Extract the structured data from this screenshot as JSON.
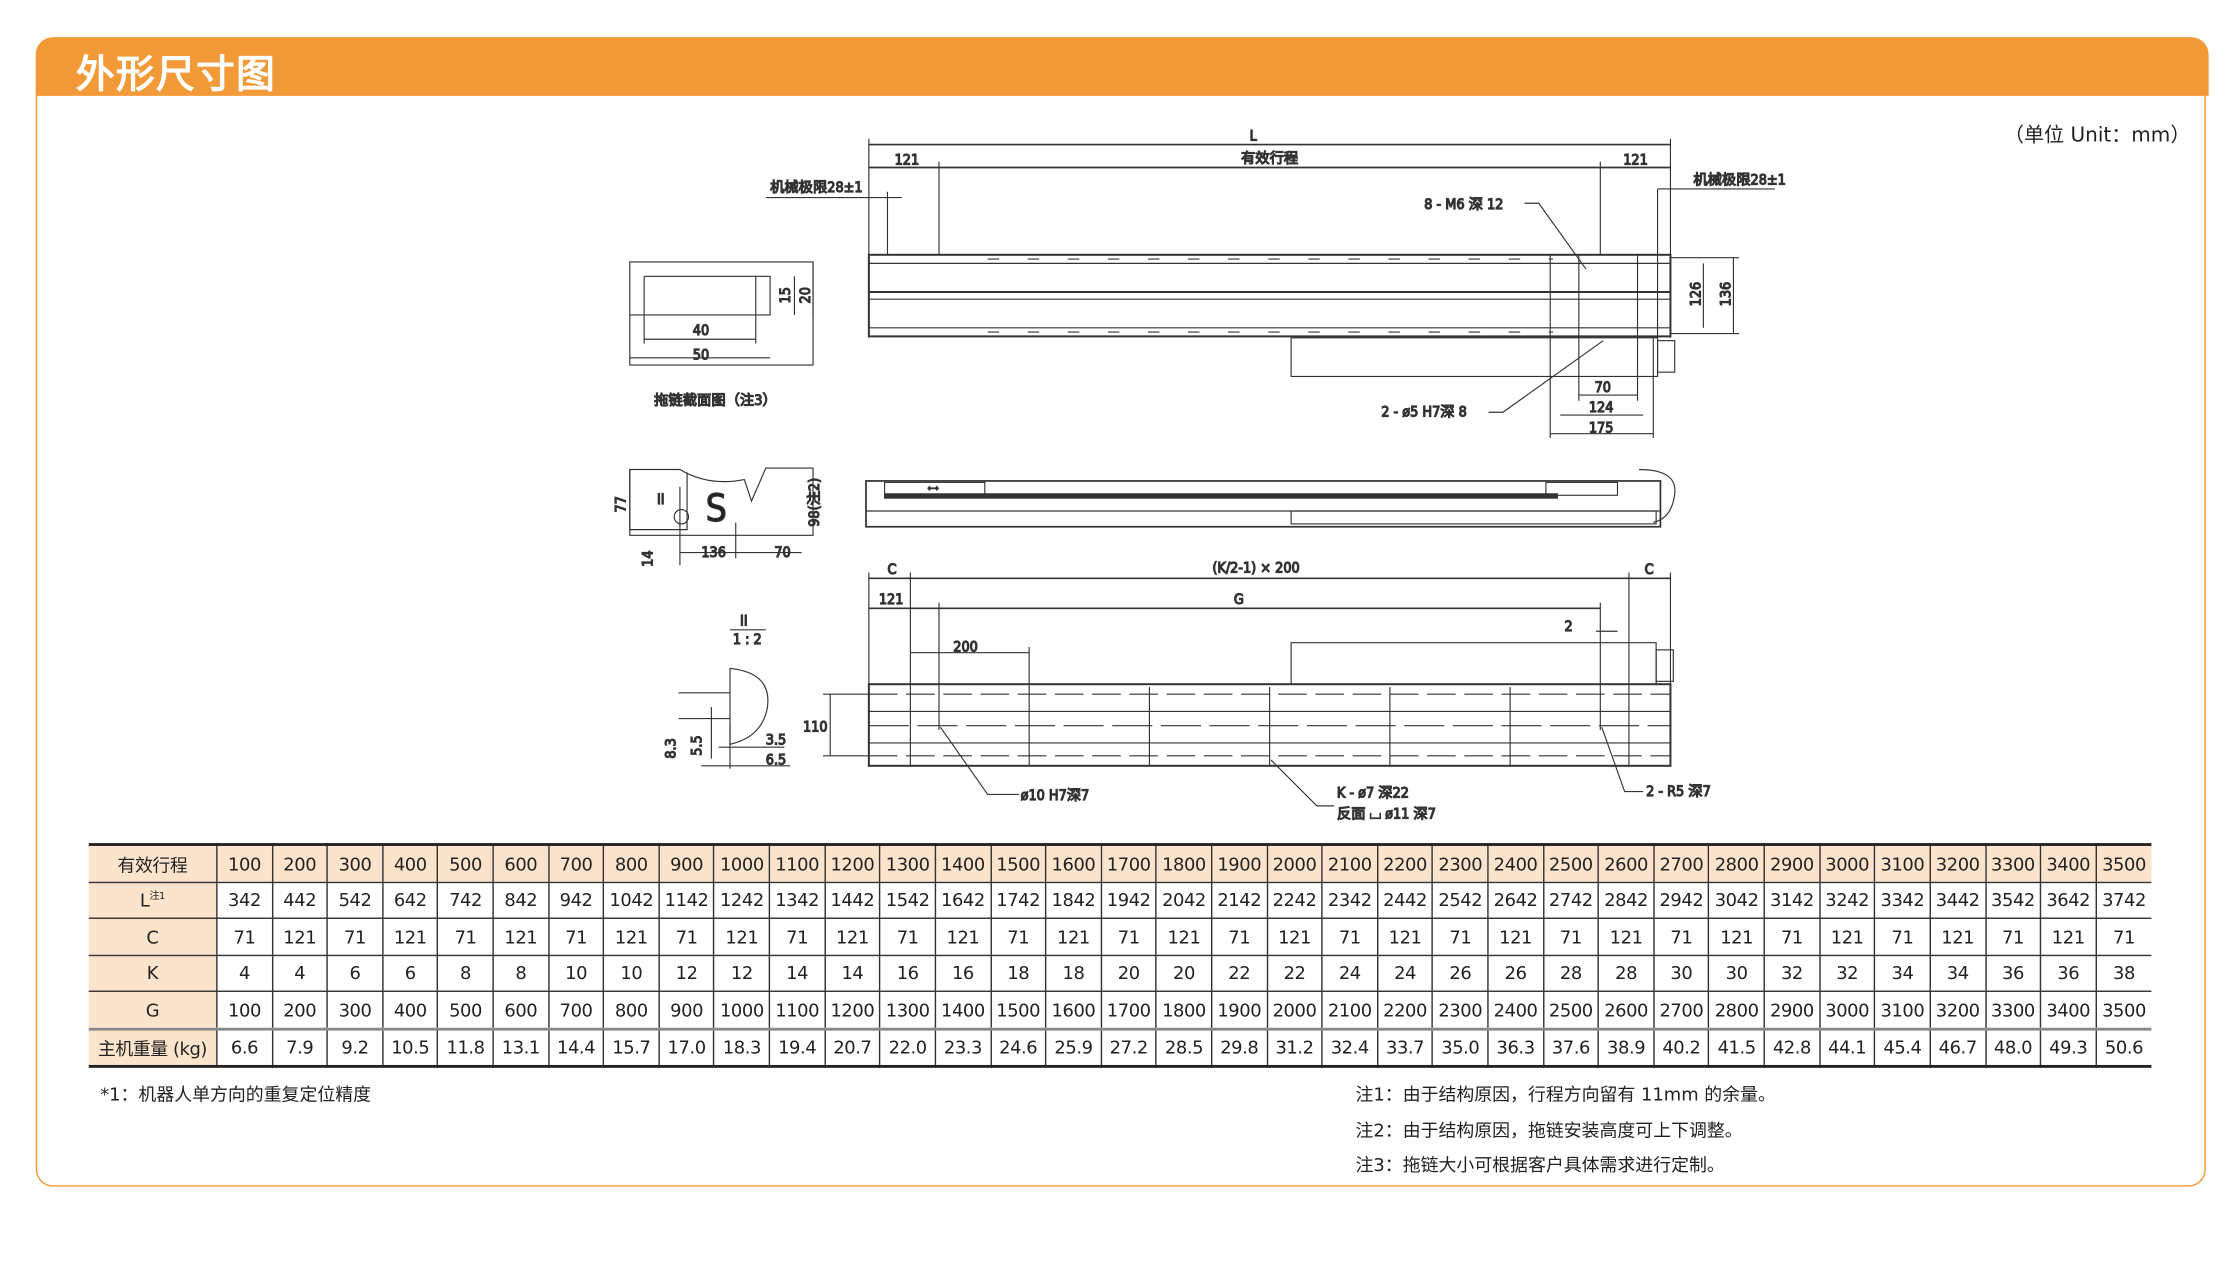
{
  "header": {
    "title": "外形尺寸图",
    "unit": "（单位 Unit：mm）"
  },
  "drawing": {
    "L": "L",
    "stroke": "有效行程",
    "d121": "121",
    "mech_limit": "机械极限28±1",
    "m6": "8 - M6 深 12",
    "d126": "126",
    "d136": "136",
    "d5h7": "2 - ø5 H7深 8",
    "d70": "70",
    "d124": "124",
    "d175": "175",
    "chain_caption": "拖链截面图（注3）",
    "d15": "15",
    "d20": "20",
    "d40": "40",
    "d50": "50",
    "d77": "77",
    "d14": "14",
    "d136b": "136",
    "d70b": "70",
    "d98": "98(注2)",
    "II": "II",
    "k200": "(K/2-1) × 200",
    "C": "C",
    "G": "G",
    "d200": "200",
    "d2": "2",
    "d110": "110",
    "d10h7": "ø10 H7深7",
    "k7": "K - ø7 深22",
    "back": "反面 ⌴ ø11 深7",
    "r5": "2 - R5 深7",
    "scale": "1 : 2",
    "d83": "8.3",
    "d55": "5.5",
    "d35": "3.5",
    "d65": "6.5"
  },
  "table": {
    "row_labels": [
      "有效行程",
      "L",
      "C",
      "K",
      "G",
      "主机重量 (kg)"
    ],
    "l_note": "注1",
    "stroke": [
      "100",
      "200",
      "300",
      "400",
      "500",
      "600",
      "700",
      "800",
      "900",
      "1000",
      "1100",
      "1200",
      "1300",
      "1400",
      "1500",
      "1600",
      "1700",
      "1800",
      "1900",
      "2000",
      "2100",
      "2200",
      "2300",
      "2400",
      "2500",
      "2600",
      "2700",
      "2800",
      "2900",
      "3000",
      "3100",
      "3200",
      "3300",
      "3400",
      "3500"
    ],
    "L": [
      "342",
      "442",
      "542",
      "642",
      "742",
      "842",
      "942",
      "1042",
      "1142",
      "1242",
      "1342",
      "1442",
      "1542",
      "1642",
      "1742",
      "1842",
      "1942",
      "2042",
      "2142",
      "2242",
      "2342",
      "2442",
      "2542",
      "2642",
      "2742",
      "2842",
      "2942",
      "3042",
      "3142",
      "3242",
      "3342",
      "3442",
      "3542",
      "3642",
      "3742"
    ],
    "C": [
      "71",
      "121",
      "71",
      "121",
      "71",
      "121",
      "71",
      "121",
      "71",
      "121",
      "71",
      "121",
      "71",
      "121",
      "71",
      "121",
      "71",
      "121",
      "71",
      "121",
      "71",
      "121",
      "71",
      "121",
      "71",
      "121",
      "71",
      "121",
      "71",
      "121",
      "71",
      "121",
      "71",
      "121",
      "71"
    ],
    "K": [
      "4",
      "4",
      "6",
      "6",
      "8",
      "8",
      "10",
      "10",
      "12",
      "12",
      "14",
      "14",
      "16",
      "16",
      "18",
      "18",
      "20",
      "20",
      "22",
      "22",
      "24",
      "24",
      "26",
      "26",
      "28",
      "28",
      "30",
      "30",
      "32",
      "32",
      "34",
      "34",
      "36",
      "36",
      "38"
    ],
    "G": [
      "100",
      "200",
      "300",
      "400",
      "500",
      "600",
      "700",
      "800",
      "900",
      "1000",
      "1100",
      "1200",
      "1300",
      "1400",
      "1500",
      "1600",
      "1700",
      "1800",
      "1900",
      "2000",
      "2100",
      "2200",
      "2300",
      "2400",
      "2500",
      "2600",
      "2700",
      "2800",
      "2900",
      "3000",
      "3100",
      "3200",
      "3300",
      "3400",
      "3500"
    ],
    "weight": [
      "6.6",
      "7.9",
      "9.2",
      "10.5",
      "11.8",
      "13.1",
      "14.4",
      "15.7",
      "17.0",
      "18.3",
      "19.4",
      "20.7",
      "22.0",
      "23.3",
      "24.6",
      "25.9",
      "27.2",
      "28.5",
      "29.8",
      "31.2",
      "32.4",
      "33.7",
      "35.0",
      "36.3",
      "37.6",
      "38.9",
      "40.2",
      "41.5",
      "42.8",
      "44.1",
      "45.4",
      "46.7",
      "48.0",
      "49.3",
      "50.6"
    ]
  },
  "notes": {
    "footnote": "*1：机器人单方向的重复定位精度",
    "n1": "注1：由于结构原因，行程方向留有 11mm 的余量。",
    "n2": "注2：由于结构原因，拖链安装高度可上下调整。",
    "n3": "注3：拖链大小可根据客户具体需求进行定制。"
  },
  "colors": {
    "accent": "#f29a38",
    "table_header": "#fbe4cb"
  }
}
